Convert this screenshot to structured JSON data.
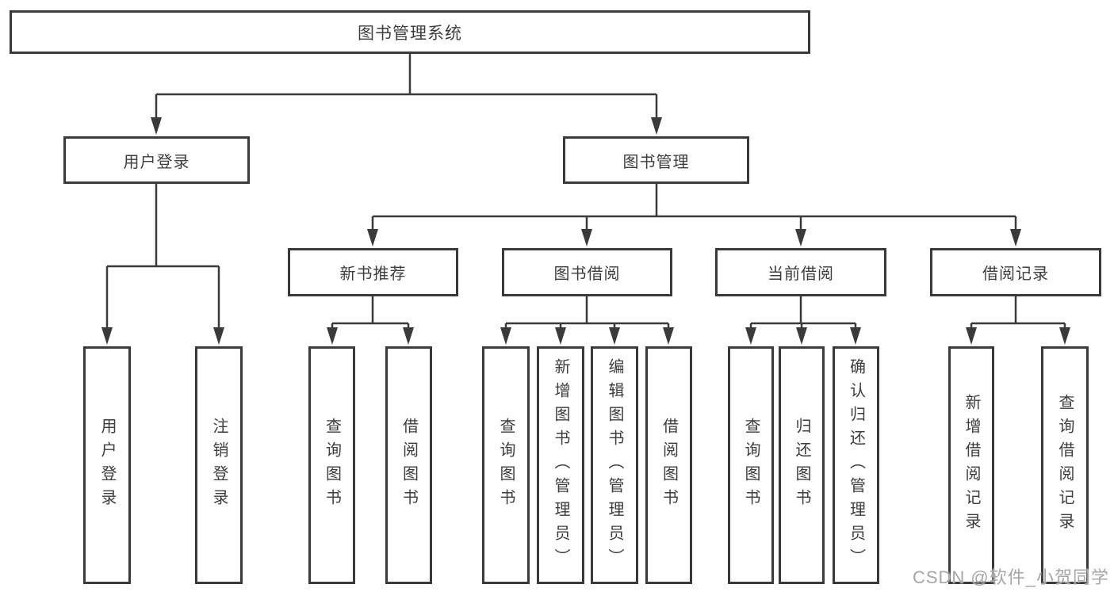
{
  "colors": {
    "line": "#3a3a3a",
    "box_border": "#3a3a3a",
    "text": "#3d3d3d",
    "background": "#ffffff",
    "watermark": "#a6a6a6"
  },
  "diagram": {
    "root": "图书管理系统",
    "user_login": {
      "label": "用户登录",
      "children": [
        "用户登录",
        "注销登录"
      ]
    },
    "book_management": {
      "label": "图书管理",
      "sections": {
        "new_books": {
          "label": "新书推荐",
          "children": [
            "查询图书",
            "借阅图书"
          ]
        },
        "book_borrow": {
          "label": "图书借阅",
          "children": [
            "查询图书",
            "新增图书（管理员）",
            "编辑图书（管理员）",
            "借阅图书"
          ]
        },
        "current_borrow": {
          "label": "当前借阅",
          "children": [
            "查询图书",
            "归还图书",
            "确认归还（管理员）"
          ]
        },
        "borrow_records": {
          "label": "借阅记录",
          "children": [
            "新增借阅记录",
            "查询借阅记录"
          ]
        }
      }
    }
  },
  "watermark": "CSDN @软件_小贺同学"
}
